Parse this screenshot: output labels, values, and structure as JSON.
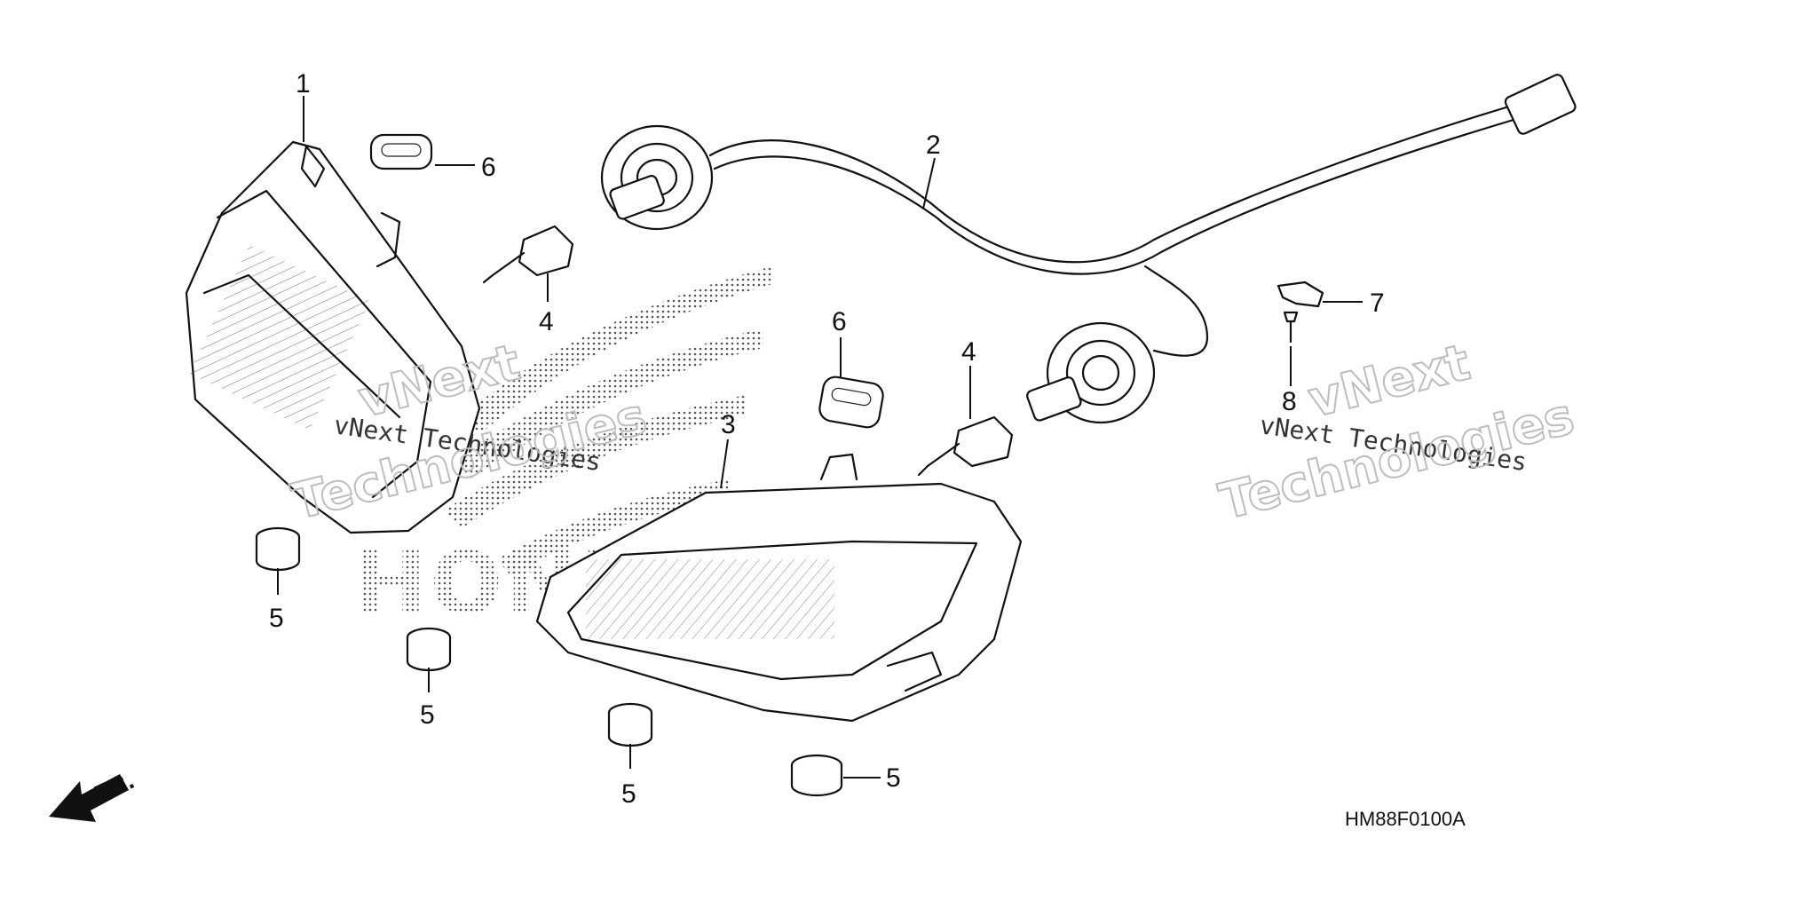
{
  "diagram": {
    "diagram_code": "HM88F0100A",
    "direction_label": "FR.",
    "watermark_text": [
      "vNext Technologies",
      "vNext",
      "Technologies",
      "vNext Technologies",
      "vNext",
      "Technologies"
    ],
    "logo_text": "HONDA",
    "callouts": [
      {
        "id": "c1",
        "text": "1"
      },
      {
        "id": "c2",
        "text": "2"
      },
      {
        "id": "c3",
        "text": "3"
      },
      {
        "id": "c4a",
        "text": "4"
      },
      {
        "id": "c4b",
        "text": "4"
      },
      {
        "id": "c5a",
        "text": "5"
      },
      {
        "id": "c5b",
        "text": "5"
      },
      {
        "id": "c5c",
        "text": "5"
      },
      {
        "id": "c5d",
        "text": "5"
      },
      {
        "id": "c6a",
        "text": "6"
      },
      {
        "id": "c6b",
        "text": "6"
      },
      {
        "id": "c7",
        "text": "7"
      },
      {
        "id": "c8",
        "text": "8"
      }
    ]
  }
}
